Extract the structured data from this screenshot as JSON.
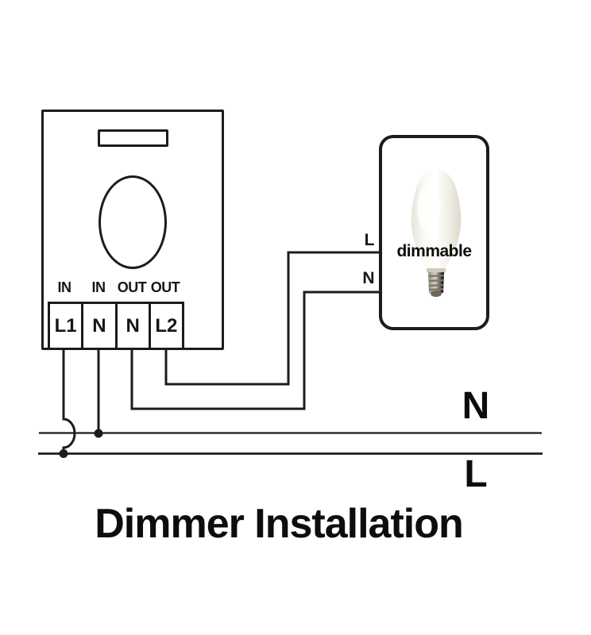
{
  "title": "Dimmer Installation",
  "dimmer": {
    "terminal_headers": [
      "IN",
      "IN",
      "OUT",
      "OUT"
    ],
    "terminals": [
      "L1",
      "N",
      "N",
      "L2"
    ]
  },
  "lamp": {
    "label": "dimmable",
    "live_wire_label": "L",
    "neutral_wire_label": "N"
  },
  "mains": {
    "neutral_label": "N",
    "live_label": "L"
  },
  "colors": {
    "line": "#1c1c1c",
    "background": "#ffffff"
  }
}
